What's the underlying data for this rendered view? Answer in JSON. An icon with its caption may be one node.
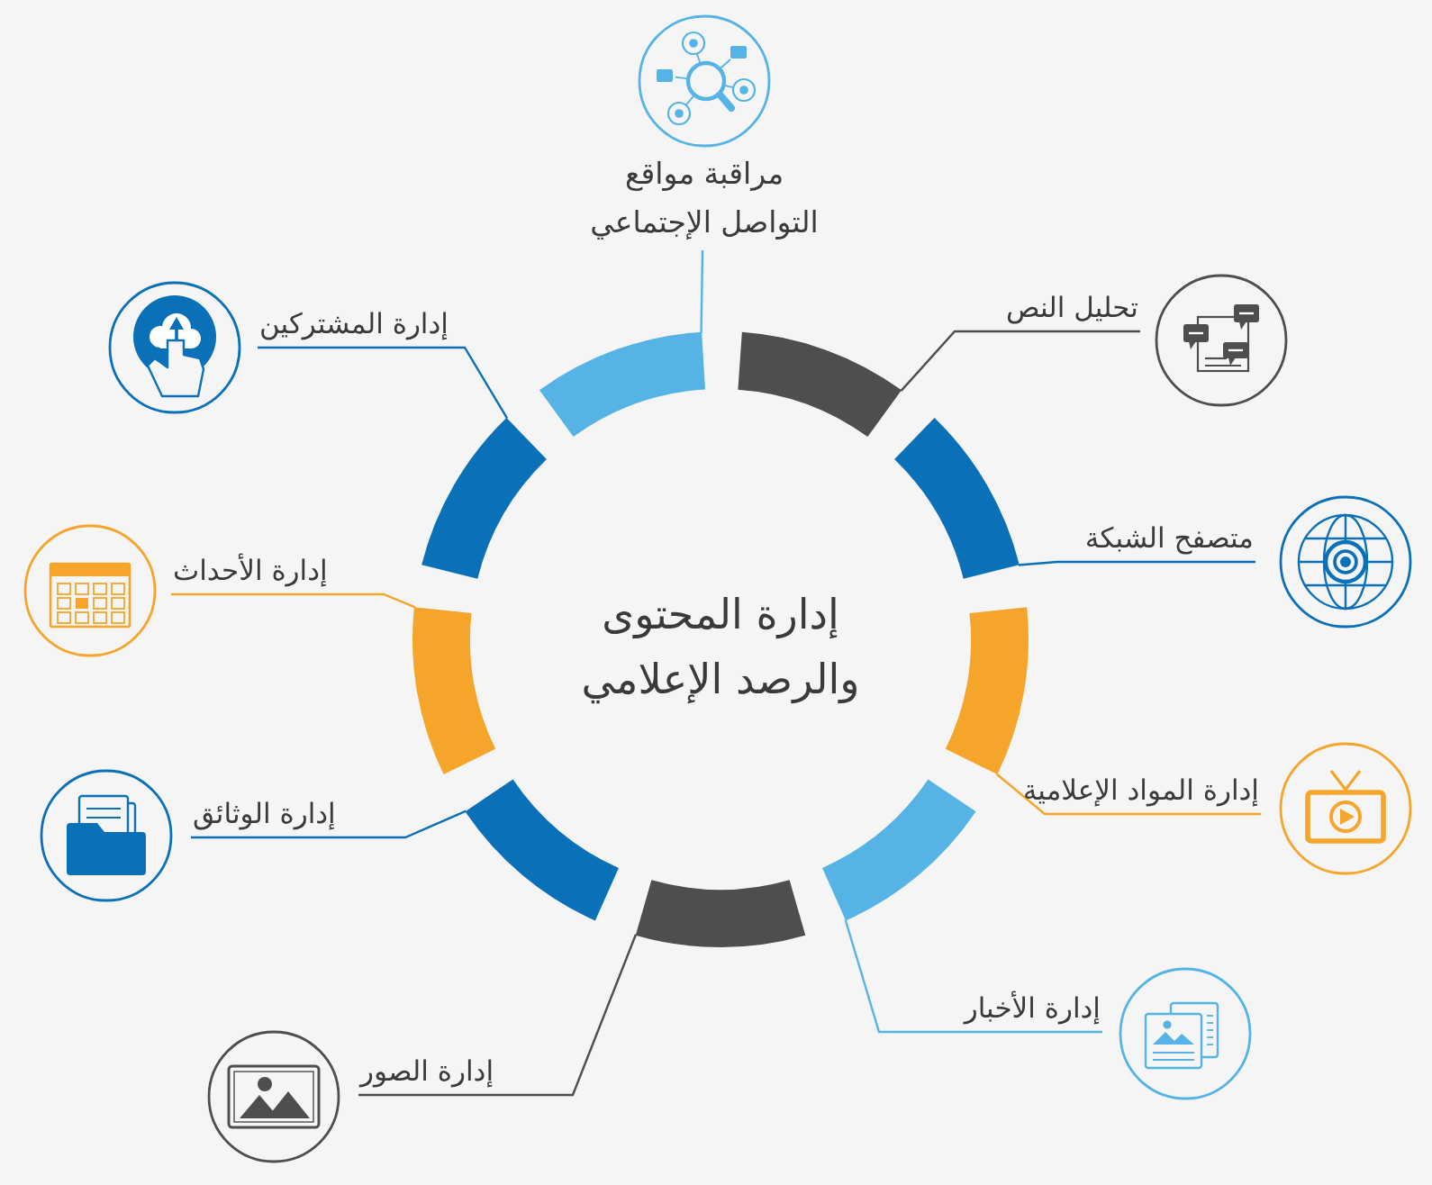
{
  "diagram": {
    "nodes": [
      {
        "text": [
          "مراقبة مواقع التواصل الإجتماعي"
        ]
      },
      {
        "text": [
          "تحليل النص"
        ]
      },
      {
        "text": [
          "متصفح الشبكة"
        ]
      },
      {
        "text": [
          "إدارة المواد الإعلامية"
        ]
      },
      {
        "text": [
          "إدارة الأخبار"
        ]
      },
      {
        "text": [
          "إدارة الصور"
        ]
      },
      {
        "text": [
          "إدارة الوثائق"
        ]
      },
      {
        "text": [
          "إدارة الأحداث"
        ]
      },
      {
        "text": [
          "إدارة المشتركين"
        ]
      },
      {
        "text": [],
        "shape": "arc"
      },
      {
        "text": [],
        "shape": "arc"
      },
      {
        "text": [],
        "shape": "arc"
      },
      {
        "text": [],
        "shape": "arc"
      },
      {
        "text": [],
        "shape": "arc"
      },
      {
        "text": [],
        "shape": "arc"
      },
      {
        "text": [],
        "shape": "arc"
      },
      {
        "text": [],
        "shape": "arc"
      },
      {
        "text": [],
        "shape": "arc"
      }
    ],
    "edges": [
      {
        "from": 0,
        "to": 9,
        "arrow": "none",
        "color": "#55b3e6"
      },
      {
        "from": 1,
        "to": 10,
        "arrow": "none",
        "color": "#4e4e50"
      },
      {
        "from": 2,
        "to": 11,
        "arrow": "none"
      },
      {
        "from": 3,
        "to": 12,
        "arrow": "none",
        "color": "#f6a52b"
      },
      {
        "from": 4,
        "to": 13,
        "arrow": "none",
        "color": "#55b3e6"
      },
      {
        "from": 5,
        "to": 14,
        "arrow": "none",
        "color": "#4e4e50"
      },
      {
        "from": 6,
        "to": 15,
        "arrow": "none"
      },
      {
        "from": 7,
        "to": 16,
        "arrow": "none",
        "color": "#f6a52b"
      },
      {
        "from": 8,
        "to": 17,
        "arrow": "none"
      }
    ],
    "labels": [
      "إدارة المحتوى والرصد الإعلامي"
    ]
  }
}
